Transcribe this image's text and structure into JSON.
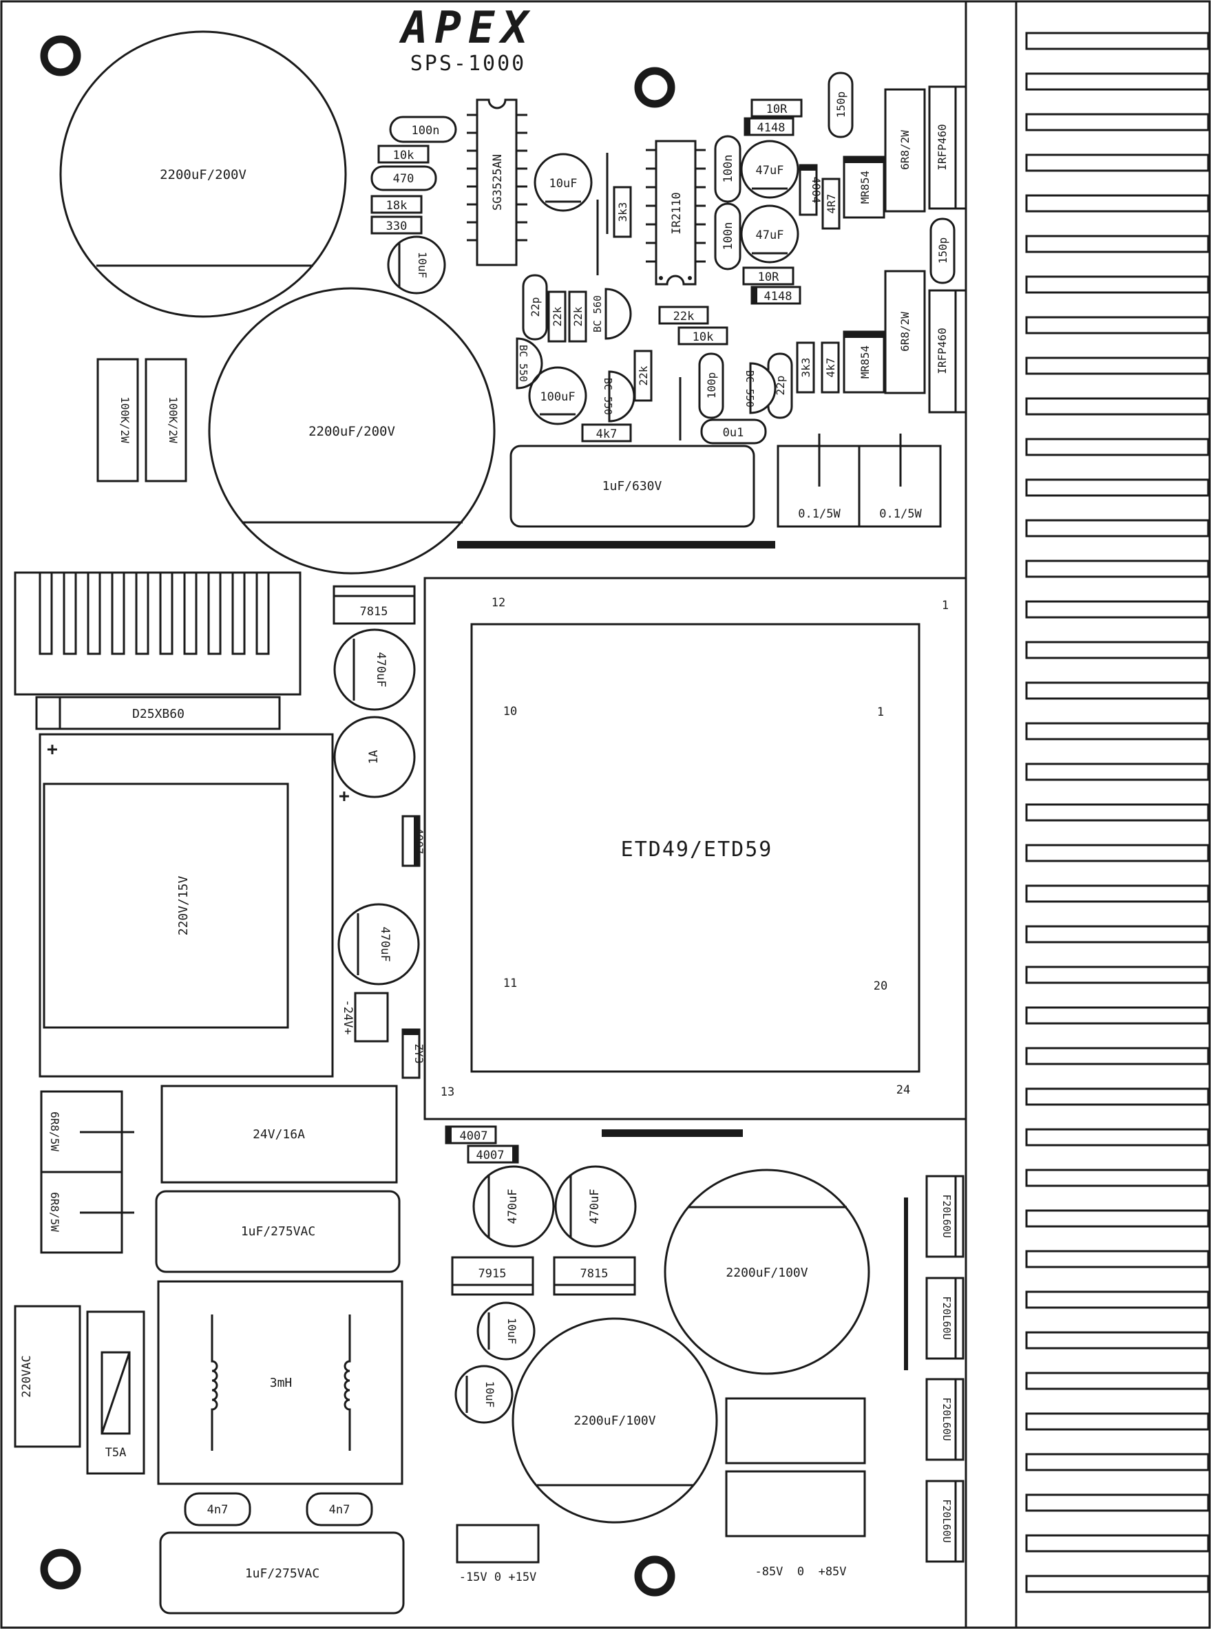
{
  "logo": "APEX",
  "model": "SPS-1000",
  "caps": {
    "c2200_a": "2200uF/200V",
    "c2200_b": "2200uF/200V",
    "c2200_c": "2200uF/100V",
    "c2200_d": "2200uF/100V",
    "c10_top": "10uF",
    "c10_mid": "10uF",
    "c10_low1": "10uF",
    "c10_low2": "10uF",
    "c47_a": "47uF",
    "c47_b": "47uF",
    "c100u": "100uF",
    "c470_a": "470uF",
    "c470_b": "470uF",
    "c470_c": "470uF",
    "c470_d": "470uF",
    "c100n_a": "100n",
    "c100n_b": "100n",
    "c100n_c": "100n",
    "c470n": "470",
    "c150p_a": "150p",
    "c150p_b": "150p",
    "c22p_a": "22p",
    "c22p_b": "22p",
    "c100p": "100p",
    "c0u1": "0u1",
    "c1u630": "1uF/630V",
    "c1u275_a": "1uF/275VAC",
    "c1u275_b": "1uF/275VAC",
    "c4n7_a": "4n7",
    "c4n7_b": "4n7"
  },
  "resistors": {
    "r10k_a": "10k",
    "r10k_b": "10k",
    "r18k": "18k",
    "r330": "330",
    "r3k3_a": "3k3",
    "r3k3_b": "3k3",
    "r10R_a": "10R",
    "r10R_b": "10R",
    "r22k_a": "22k",
    "r22k_b": "22k",
    "r22k_c": "22k",
    "r22k_d": "22k",
    "r4k7_a": "4k7",
    "r4k7_b": "4k7",
    "r4R7": "4R7",
    "r6R8_a": "6R8/2W",
    "r6R8_b": "6R8/2W",
    "r6R8_c": "6R8/5W",
    "r6R8_d": "6R8/5W",
    "r100k_a": "100K/2W",
    "r100k_b": "100K/2W",
    "r01_a": "0.1/5W",
    "r01_b": "0.1/5W"
  },
  "semis": {
    "ic_pwm": "SG3525AN",
    "ic_drv": "IR2110",
    "d4148_a": "4148",
    "d4148_b": "4148",
    "d4004": "4004",
    "mr_a": "MR854",
    "mr_b": "MR854",
    "fet_a": "IRFP460",
    "fet_b": "IRFP460",
    "bc560": "BC 560",
    "bc550_a": "BC 550",
    "bc550_b": "BC 550",
    "bc550_c": "BC 550",
    "reg7815_a": "7815",
    "reg7815_b": "7815",
    "reg7915": "7915",
    "bridge": "D25XB60",
    "d4007_a": "4007",
    "d4007_b": "4007",
    "d4007_c": "4007",
    "zy3": "ZY3",
    "f20_1": "F20L60U",
    "f20_2": "F20L60U",
    "f20_3": "F20L60U",
    "f20_4": "F20L60U"
  },
  "misc": {
    "fuse1a": "1A",
    "fuse_t5a": "T5A",
    "transformer_small": "220V/15V",
    "transformer_main": "ETD49/ETD59",
    "pin_1a": "1",
    "pin_1b": "1",
    "pin_10": "10",
    "pin_11": "11",
    "pin_12": "12",
    "pin_13": "13",
    "pin_20": "20",
    "pin_24": "24",
    "out_24v": "24V/16A",
    "choke": "3mH",
    "ac_in": "220VAC",
    "conn_24v": "-24V+",
    "conn_15v": "-15V 0 +15V",
    "conn_85v": "-85V  0  +85V",
    "plus_a": "+",
    "plus_b": "+"
  }
}
